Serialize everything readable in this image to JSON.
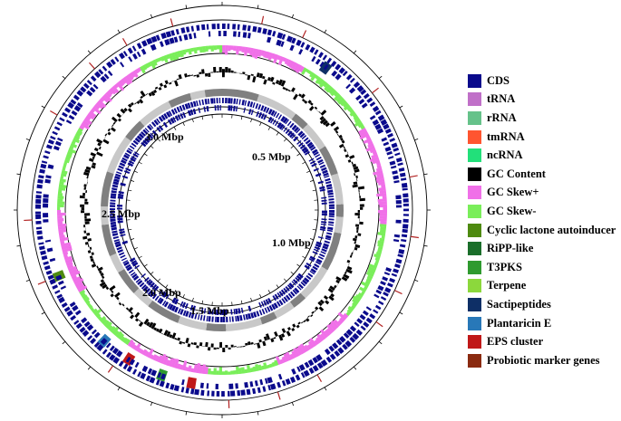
{
  "legend": {
    "items": [
      {
        "label": "CDS",
        "color": "#0a0a8c"
      },
      {
        "label": "tRNA",
        "color": "#c070c8"
      },
      {
        "label": "rRNA",
        "color": "#66c28a"
      },
      {
        "label": "tmRNA",
        "color": "#ff5530"
      },
      {
        "label": "ncRNA",
        "color": "#22e07a"
      },
      {
        "label": "GC Content",
        "color": "#000000"
      },
      {
        "label": "GC Skew+",
        "color": "#f070e8"
      },
      {
        "label": "GC Skew-",
        "color": "#7aee5a"
      },
      {
        "label": "Cyclic lactone autoinducer",
        "color": "#4e8a10"
      },
      {
        "label": "RiPP-like",
        "color": "#1a6e2a"
      },
      {
        "label": "T3PKS",
        "color": "#2f9a2f"
      },
      {
        "label": "Terpene",
        "color": "#8cd83c"
      },
      {
        "label": "Sactipeptides",
        "color": "#0e2f66"
      },
      {
        "label": "Plantaricin E",
        "color": "#2878b8"
      },
      {
        "label": "EPS cluster",
        "color": "#c01818"
      },
      {
        "label": "Probiotic marker genes",
        "color": "#8a2a10"
      }
    ]
  },
  "map": {
    "ring_labels": [
      "0.5 Mbp",
      "1.0 Mbp",
      "1.5 Mbp",
      "2.0 Mbp",
      "2.5 Mbp",
      "3.0 Mbp"
    ],
    "colors": {
      "cds": "#0a0a8c",
      "skew_pos": "#f070e8",
      "skew_neg": "#7aee5a",
      "gc": "#000000",
      "contig_dark": "#808080",
      "contig_light": "#c8c8c8",
      "marker": "#b22222",
      "tick": "#000000"
    }
  }
}
